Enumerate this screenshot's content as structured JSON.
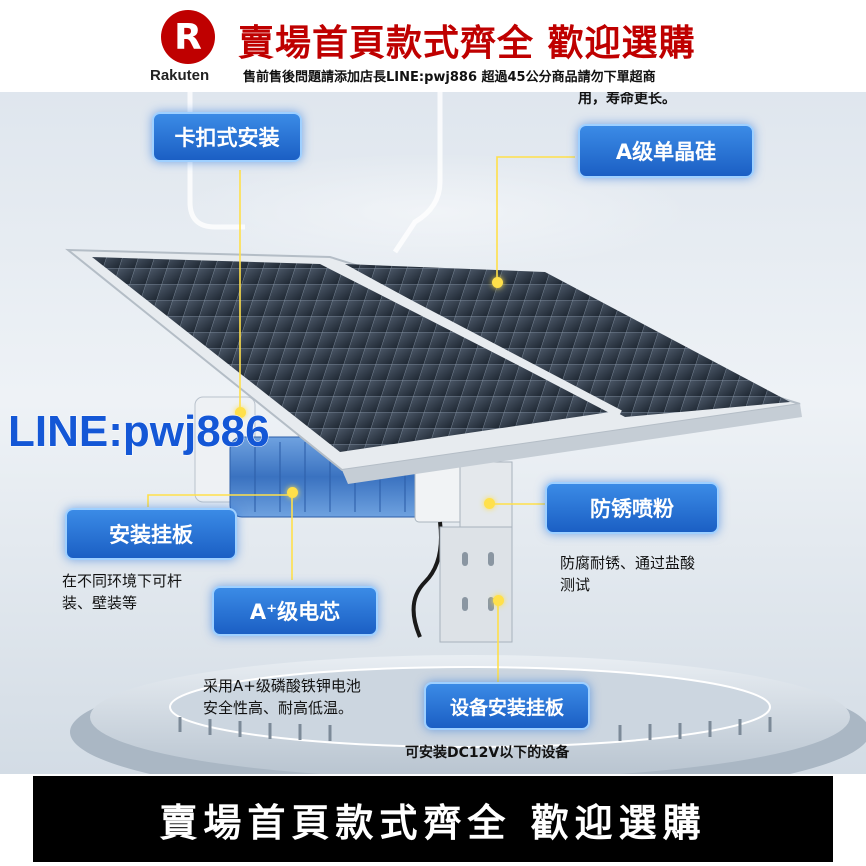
{
  "header": {
    "logo_letter": "R",
    "logo_word": "Rakuten",
    "title": "賣場首頁款式齊全  歡迎選購",
    "notice": "售前售後問題請添加店長LINE:pwj886 超過45公分商品請勿下單超商"
  },
  "scene": {
    "top_text": "用，寿命更长。",
    "watermark": "LINE:pwj886",
    "callouts": {
      "clip_mount": "卡扣式安装",
      "mono_silicon": "A级单晶硅",
      "mount_plate": "安装挂板",
      "anti_rust": "防锈喷粉",
      "battery": "A⁺级电芯",
      "device_plate": "设备安装挂板"
    },
    "descriptions": {
      "mount_plate": [
        "在不同环境下可杆",
        "装、壁装等"
      ],
      "anti_rust": [
        "防腐耐锈、通过盐酸",
        "测试"
      ],
      "battery": [
        "采用A+级磷酸铁钾电池",
        "安全性高、耐高低温。"
      ],
      "device_plate": "可安装DC12V以下的设备"
    },
    "colors": {
      "callout_blue": "#1b5fc4",
      "marker_yellow": "#ffe04a",
      "brand_red": "#bf0000"
    }
  },
  "footer": {
    "title": "賣場首頁款式齊全  歡迎選購"
  }
}
